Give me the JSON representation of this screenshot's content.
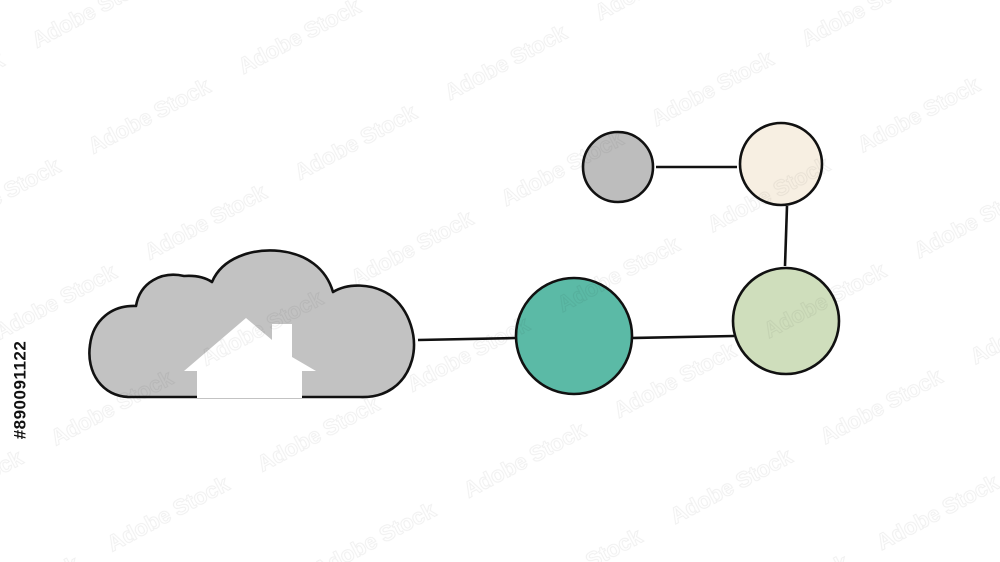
{
  "watermark": {
    "stock_id": "#890091122",
    "pattern_text": "Adobe Stock"
  },
  "colors": {
    "background": "#ffffff",
    "outline": "#111111",
    "cloud_fill": "#c2c2c2",
    "house_fill": "#ffffff",
    "node_gray": "#bdbdbd",
    "node_cream": "#f7efe2",
    "node_teal": "#5bbaa6",
    "node_sage": "#cfdebc"
  },
  "diagram": {
    "cloud_icon": "cloud-with-house-icon",
    "nodes": [
      {
        "id": "gray",
        "color": "#bdbdbd"
      },
      {
        "id": "cream",
        "color": "#f7efe2"
      },
      {
        "id": "teal",
        "color": "#5bbaa6"
      },
      {
        "id": "sage",
        "color": "#cfdebc"
      }
    ],
    "connections": [
      [
        "cloud",
        "teal"
      ],
      [
        "teal",
        "sage"
      ],
      [
        "sage",
        "cream"
      ],
      [
        "cream",
        "gray"
      ]
    ]
  }
}
